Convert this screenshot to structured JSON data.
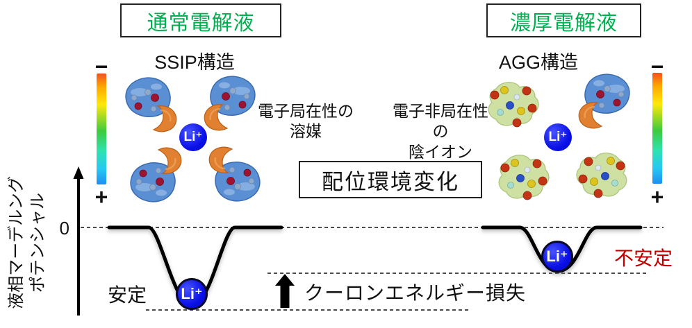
{
  "titles": {
    "normal": "通常電解液",
    "concentrated": "濃厚電解液"
  },
  "structures": {
    "ssip": "SSIP構造",
    "agg": "AGG構造"
  },
  "ions": {
    "lithium": "Li⁺"
  },
  "colorbars": {
    "minus": "−",
    "plus": "+"
  },
  "labels": {
    "solvent": "電子局在性の\n溶媒",
    "anion": "電子非局在性の\n陰イオン",
    "coordination_change": "配位環境変化",
    "stable": "安定",
    "unstable": "不安定",
    "coulomb_loss": "クーロンエネルギー損失",
    "zero": "0",
    "y_axis": "液相マーデルング\nポテンシャル"
  },
  "colors": {
    "title_green": "#00b050",
    "unstable_red": "#c00000",
    "li_blue": "#0b10e6",
    "cb0": "#f4501e",
    "cb1": "#fca800",
    "cb2": "#ffe80a",
    "cb3": "#3ecb3e",
    "cb4": "#2fe2b0",
    "cb5": "#27c8f2",
    "cb6": "#1f8ef0"
  }
}
